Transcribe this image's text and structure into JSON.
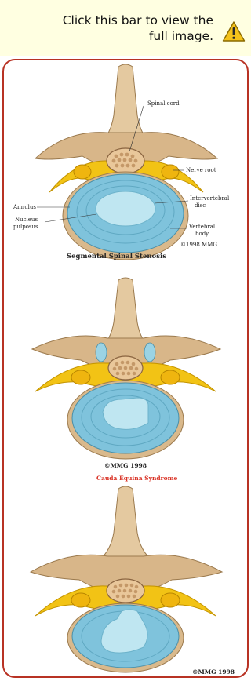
{
  "notice": {
    "line1": "Click this bar to view the",
    "line2": "full image."
  },
  "icons": {
    "warning": "warning-triangle-icon"
  },
  "illustration": {
    "panel1": {
      "labels": {
        "spinal_cord": "Spinal cord",
        "nerve_root": "Nerve root",
        "annulus": "Annulus",
        "intervertebral_1": "Intervertebral",
        "intervertebral_2": "disc",
        "nucleus_1": "Nucleus",
        "nucleus_2": "pulposus",
        "vertebral_1": "Vertebral",
        "vertebral_2": "body"
      },
      "copyright": "©1998 MMG",
      "title": "Segmental Spinal Stenosis"
    },
    "panel2": {
      "copyright": "©MMG 1998",
      "title": "Cauda Equina Syndrome"
    },
    "panel3": {
      "copyright": "©MMG 1998"
    }
  },
  "colors": {
    "notice_bg": "#ffffe1",
    "frame_border": "#b83224",
    "bone": "#e4c9a0",
    "nerve": "#f2c315",
    "disc": "#8ecfe3",
    "caption_red": "#d93023"
  }
}
